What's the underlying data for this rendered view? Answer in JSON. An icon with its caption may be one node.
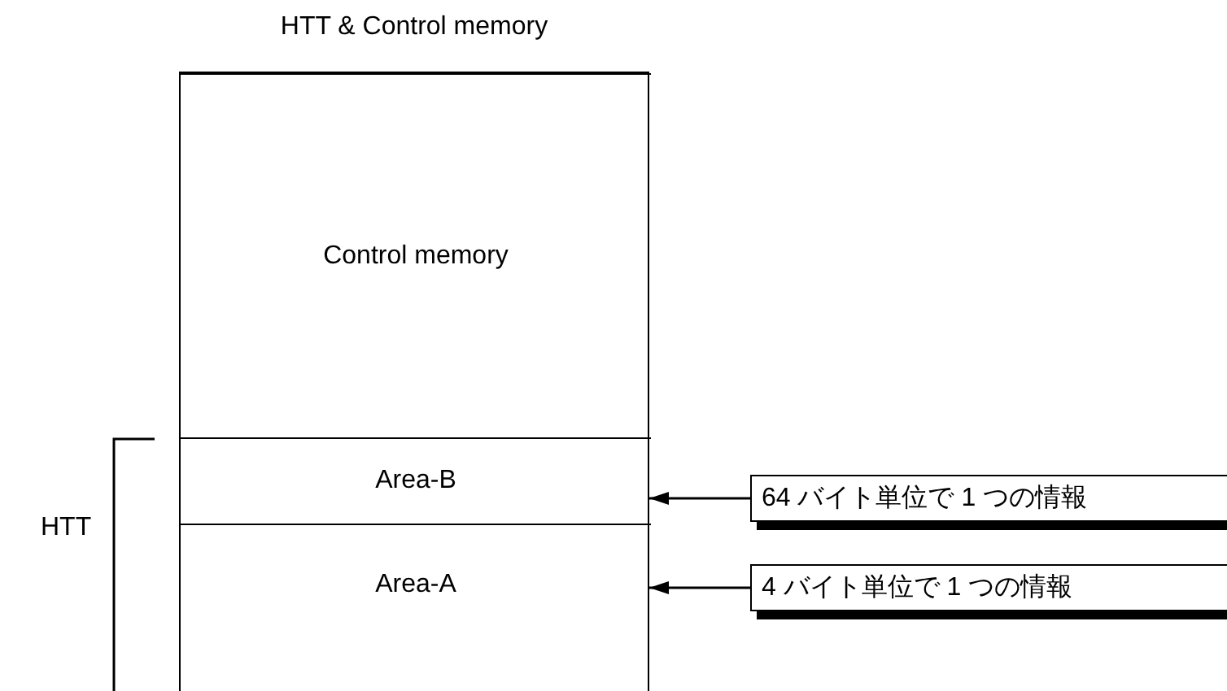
{
  "diagram": {
    "nodes": [
      {
        "text": [
          "HTT & Control memory"
        ]
      },
      {
        "text": [
          "Control memory"
        ],
        "in": 0
      },
      {
        "text": [
          "Area-B"
        ],
        "in": 0
      },
      {
        "text": [
          "Area-A"
        ],
        "in": 0
      },
      {
        "text": [
          "64 バイト単位で 1 つの情報"
        ]
      },
      {
        "text": [
          "4 バイト単位で 1 つの情報"
        ]
      }
    ],
    "edges": [
      {
        "from": 4,
        "to": 2,
        "arrow": "to"
      },
      {
        "from": 5,
        "to": 3,
        "arrow": "to"
      }
    ],
    "labels": [
      "HTT"
    ]
  }
}
